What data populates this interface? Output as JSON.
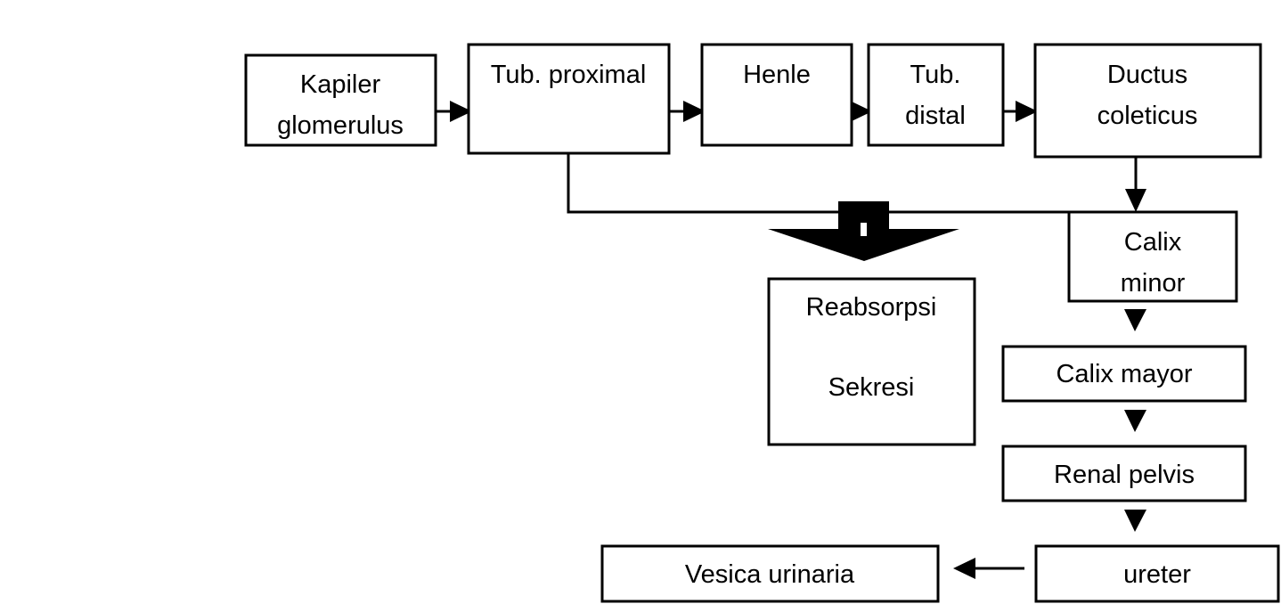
{
  "diagram": {
    "nodes": {
      "kapiler": {
        "line1": "Kapiler",
        "line2": "glomerulus"
      },
      "tub_proximal": {
        "line1": "Tub. proximal"
      },
      "henle": {
        "line1": "Henle"
      },
      "tub_distal": {
        "line1": "Tub.",
        "line2": "distal"
      },
      "ductus": {
        "line1": "Ductus",
        "line2": "coleticus"
      },
      "calix_minor": {
        "line1": "Calix",
        "line2": "minor"
      },
      "reabsorpsi": {
        "line1": "Reabsorpsi",
        "line2": "Sekresi"
      },
      "calix_mayor": {
        "line1": "Calix mayor"
      },
      "renal_pelvis": {
        "line1": "Renal pelvis"
      },
      "ureter": {
        "line1": "ureter"
      },
      "vesica": {
        "line1": "Vesica urinaria"
      }
    },
    "edges": [
      {
        "from": "Kapiler glomerulus",
        "to": "Tub. proximal"
      },
      {
        "from": "Tub. proximal",
        "to": "Henle"
      },
      {
        "from": "Henle",
        "to": "Tub. distal"
      },
      {
        "from": "Tub. distal",
        "to": "Ductus coleticus"
      },
      {
        "from": "Ductus coleticus",
        "to": "Calix minor"
      },
      {
        "from": "Tub. proximal",
        "to": "Reabsorpsi / Sekresi"
      },
      {
        "from": "Calix minor",
        "to": "Calix mayor"
      },
      {
        "from": "Calix mayor",
        "to": "Renal pelvis"
      },
      {
        "from": "Renal pelvis",
        "to": "ureter"
      },
      {
        "from": "ureter",
        "to": "Vesica urinaria"
      }
    ],
    "colors": {
      "stroke": "#000000",
      "fill": "#ffffff",
      "text": "#000000"
    }
  }
}
